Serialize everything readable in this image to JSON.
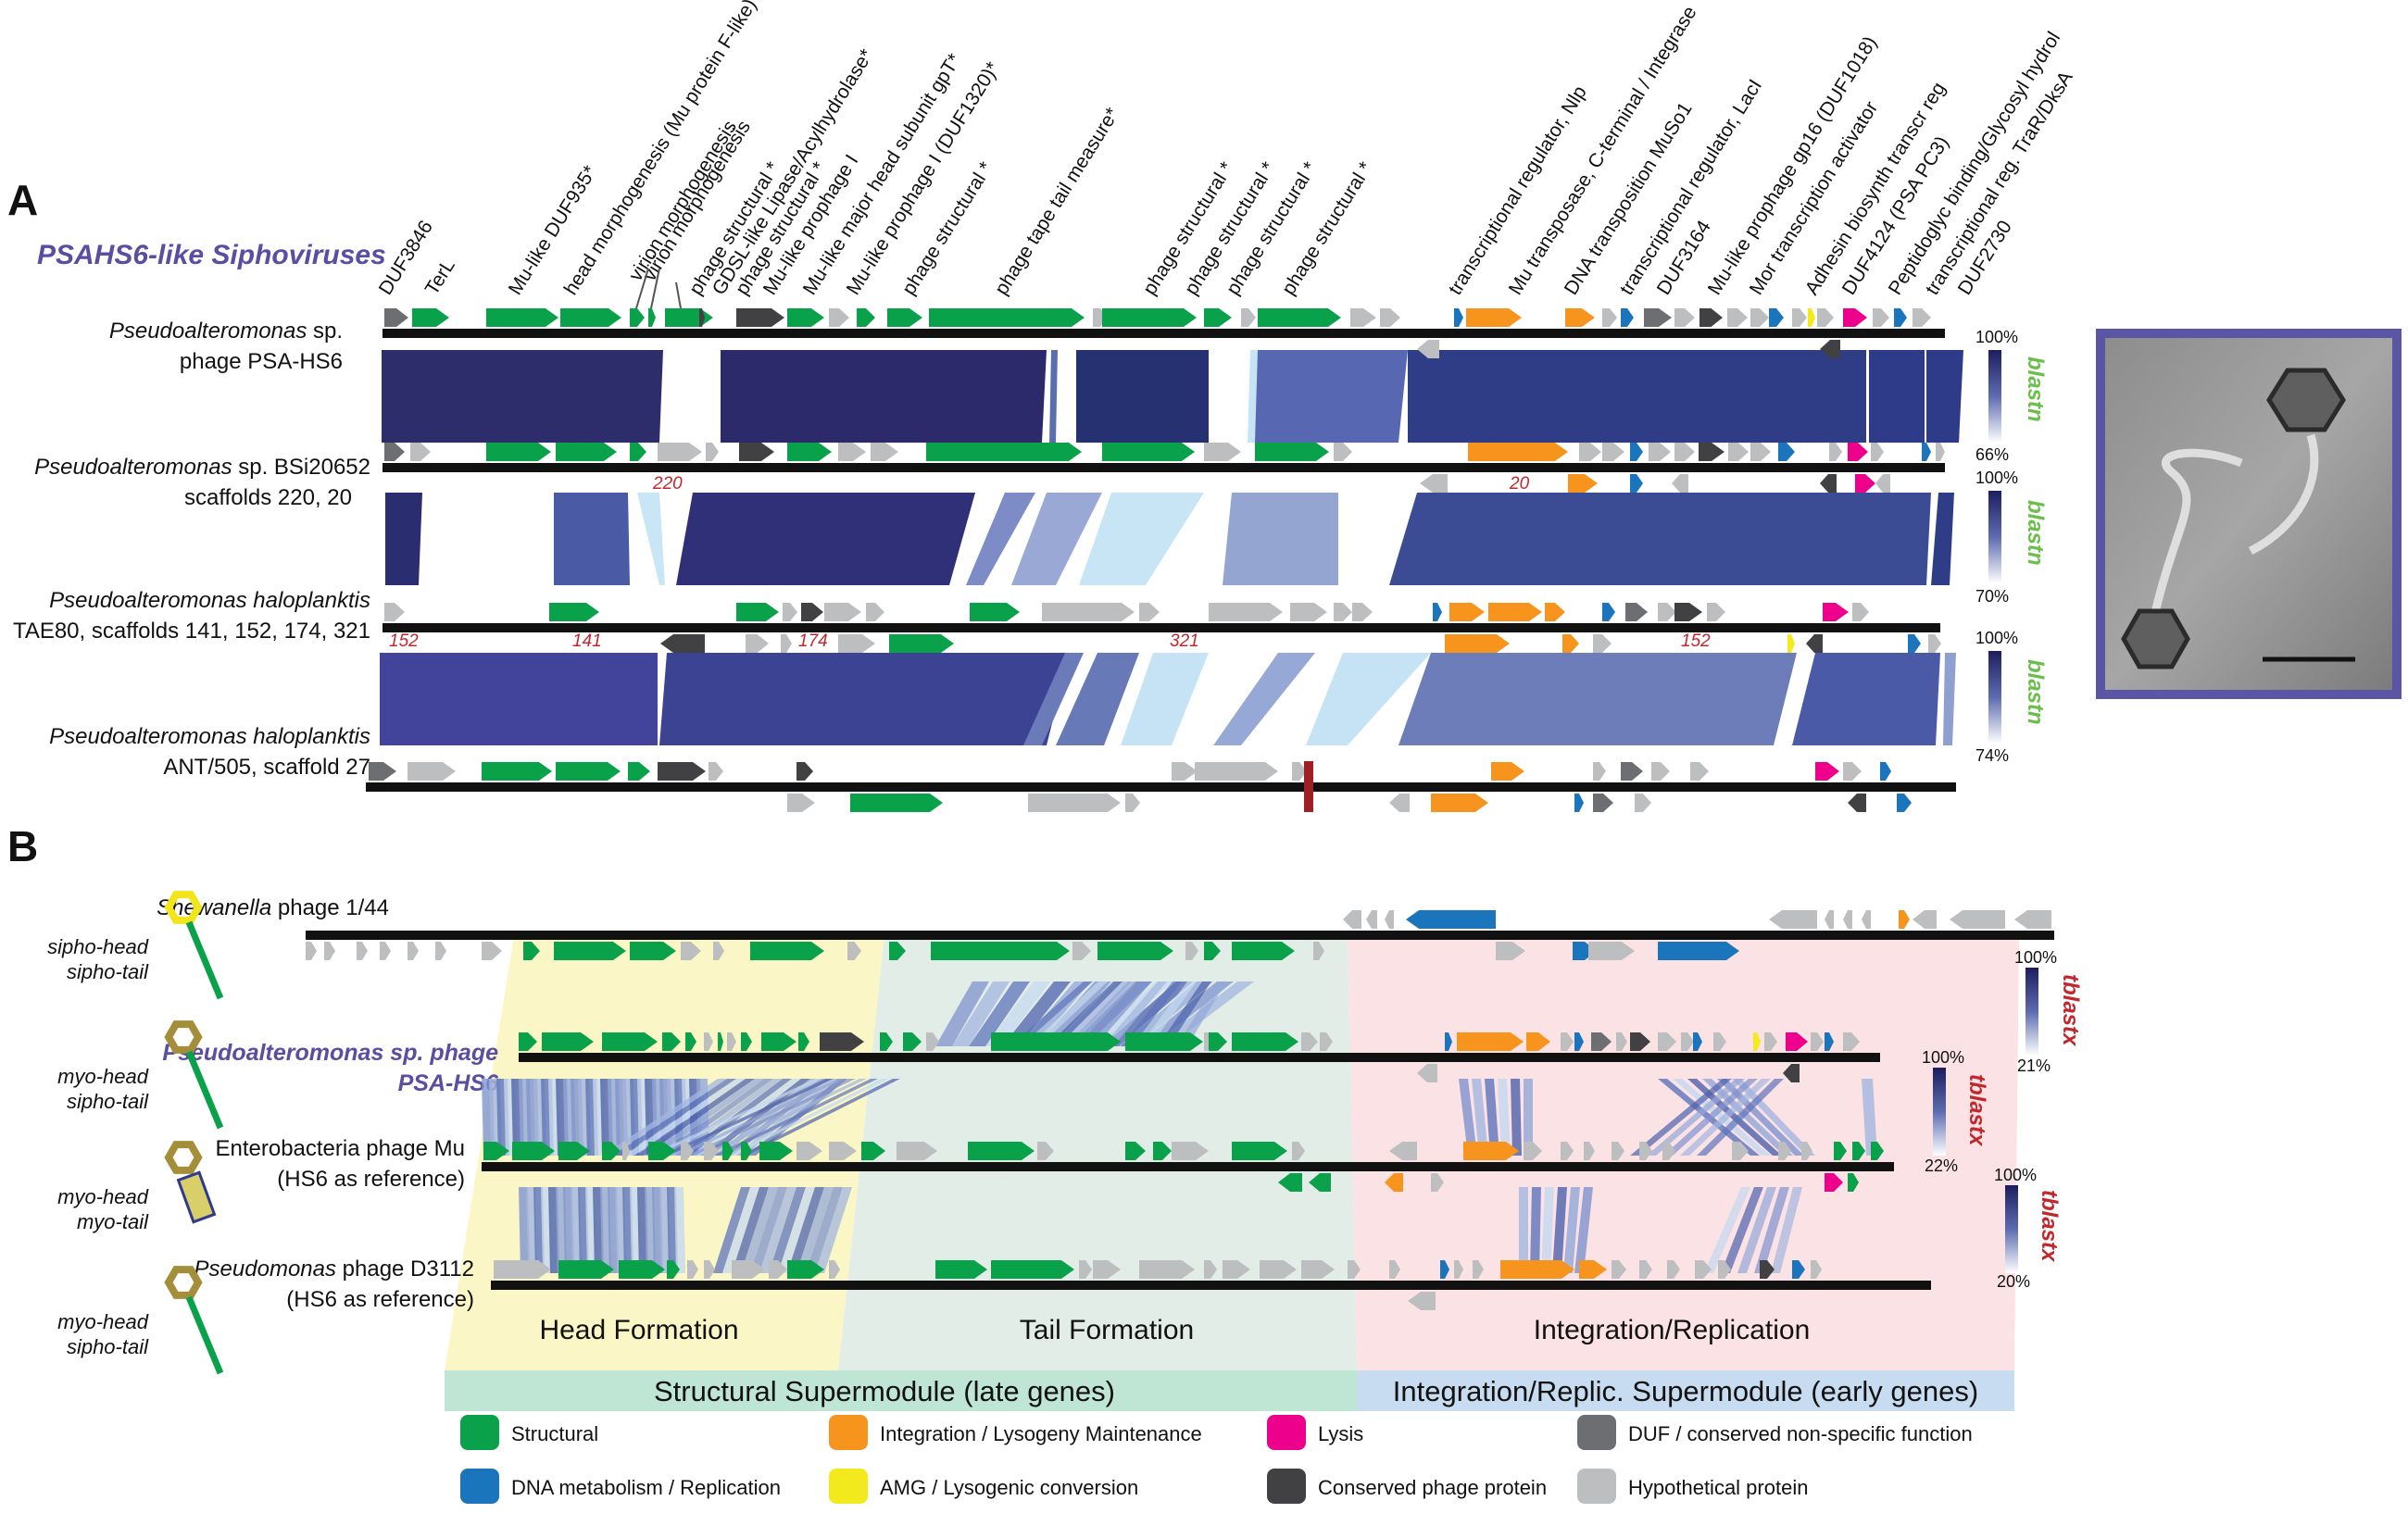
{
  "panel_a": {
    "letter": "A",
    "group_title": "PSAHS6-like Siphoviruses",
    "gene_labels": [
      "DUF3846",
      "TerL",
      "Mu-like DUF935*",
      "head morphogenesis (Mu protein F-like)*",
      "virion morphogenesis",
      "virion morphogenesis",
      "phage structural *",
      "GDSL-like Lipase/Acylhydrolase*",
      "phage structural *",
      "Mu-like prophage I",
      "Mu-like major head subunit gpT*",
      "Mu-like prophage I (DUF1320)*",
      "phage structural *",
      "phage tape tail measure*",
      "phage structural *",
      "phage structural *",
      "phage structural *",
      "phage structural *",
      "transcriptional regulator, Nlp",
      "Mu transposase, C-terminal / Integrase",
      "DNA transposition MuSo1",
      "transcriptional regulator, LacI",
      "DUF3164",
      "Mu-like prophage gp16 (DUF1018)",
      "Mor transcription activator",
      "Adhesin biosynth transcr reg",
      "DUF4124 (PSA PC3)",
      "Peptidoglyc binding/Glycosyl hydrol",
      "transcriptional reg. TraR/DksA",
      "DUF2730"
    ],
    "genomes": [
      {
        "line1_italic": "Pseudoalteromonas",
        "line1_rest": " sp.",
        "line2": "phage PSA-HS6"
      },
      {
        "line1_italic": "Pseudoalteromonas",
        "line1_rest": " sp. BSi20652",
        "line2": "scaffolds 220, 20"
      },
      {
        "line1_italic": "Pseudoalteromonas haloplanktis",
        "line1_rest": "",
        "line2": "TAE80, scaffolds 141, 152, 174, 321"
      },
      {
        "line1_italic": "Pseudoalteromonas haloplanktis",
        "line1_rest": "",
        "line2": "ANT/505, scaffold 27"
      }
    ],
    "scaffold_numbers": [
      "220",
      "20",
      "152",
      "141",
      "174",
      "321",
      "152"
    ],
    "scales": [
      {
        "top": "100%",
        "bottom": "66%",
        "method": "blastn"
      },
      {
        "top": "100%",
        "bottom": "70%",
        "method": "blastn"
      },
      {
        "top": "100%",
        "bottom": "74%",
        "method": "blastn"
      }
    ]
  },
  "panel_b": {
    "letter": "B",
    "genomes": [
      {
        "italic": "Shewanella",
        "rest": " phage 1/44",
        "sub": ""
      },
      {
        "italic": "Pseudoalteromonas sp. phage",
        "rest": "",
        "sub": "PSA-HS6"
      },
      {
        "italic": "",
        "rest": "Enterobacteria phage Mu",
        "sub": "(HS6 as reference)"
      },
      {
        "italic": "Pseudomonas",
        "rest": " phage D3112",
        "sub": "(HS6 as reference)"
      }
    ],
    "morphotypes": [
      {
        "head": "sipho-head",
        "tail": "sipho-tail"
      },
      {
        "head": "myo-head",
        "tail": "sipho-tail"
      },
      {
        "head": "myo-head",
        "tail": "myo-tail"
      },
      {
        "head": "myo-head",
        "tail": "sipho-tail"
      }
    ],
    "scales": [
      {
        "top": "100%",
        "bottom": "21%",
        "method": "tblastx"
      },
      {
        "top": "100%",
        "bottom": "22%",
        "method": "tblastx"
      },
      {
        "top": "100%",
        "bottom": "20%",
        "method": "tblastx"
      }
    ],
    "modules": [
      "Head Formation",
      "Tail Formation",
      "Integration/Replication"
    ],
    "supermodules": [
      "Structural Supermodule (late genes)",
      "Integration/Replic. Supermodule (early genes)"
    ]
  },
  "legend": [
    {
      "label": "Structural",
      "color": "#0aa14b"
    },
    {
      "label": "Integration / Lysogeny Maintenance",
      "color": "#f7941d"
    },
    {
      "label": "Lysis",
      "color": "#ec008c"
    },
    {
      "label": "DUF / conserved non-specific function",
      "color": "#6d6e71"
    },
    {
      "label": "DNA metabolism / Replication",
      "color": "#1b75bc"
    },
    {
      "label": "AMG / Lysogenic conversion",
      "color": "#f2ea1d"
    },
    {
      "label": "Conserved phage protein",
      "color": "#414042"
    },
    {
      "label": "Hypothetical protein",
      "color": "#bcbec0"
    }
  ],
  "colors": {
    "structural": "#0aa14b",
    "integration": "#f7941d",
    "lysis": "#ec008c",
    "duf": "#6d6e71",
    "dna": "#1b75bc",
    "amg": "#f2ea1d",
    "conserved": "#414042",
    "hypothetical": "#bcbec0",
    "title_purple": "#5a4ea3",
    "blastn_green": "#6abf4b",
    "tblastx_red": "#c1272d",
    "frame": "#5b55a6",
    "head_zone": "#fbf6c6",
    "tail_zone": "#e3ede8",
    "integ_zone": "#fbe2e4",
    "struct_band": "#bfe6d5",
    "integ_band": "#c7dcf0"
  }
}
